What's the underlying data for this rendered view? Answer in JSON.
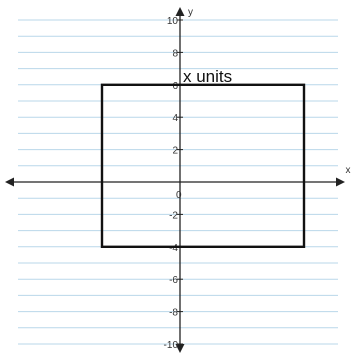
{
  "graph": {
    "x_axis_label": "x",
    "y_axis_label": "y",
    "origin_label": "0",
    "y_ticks": [
      {
        "value": 10,
        "label": "10"
      },
      {
        "value": 8,
        "label": "8"
      },
      {
        "value": 6,
        "label": "6"
      },
      {
        "value": 4,
        "label": "4"
      },
      {
        "value": 2,
        "label": "2"
      },
      {
        "value": -2,
        "label": "-2"
      },
      {
        "value": -4,
        "label": "-4"
      },
      {
        "value": -6,
        "label": "-6"
      },
      {
        "value": -8,
        "label": "-8"
      },
      {
        "value": -10,
        "label": "-10"
      }
    ],
    "y_range": [
      -10,
      10
    ],
    "rectangle": {
      "y_top": 6,
      "y_bottom": -4
    },
    "annotation": {
      "text": "x units",
      "y_value": 6
    },
    "colors": {
      "grid_line": "#b9d7ea",
      "axis": "#222222",
      "rectangle": "#111111"
    }
  }
}
